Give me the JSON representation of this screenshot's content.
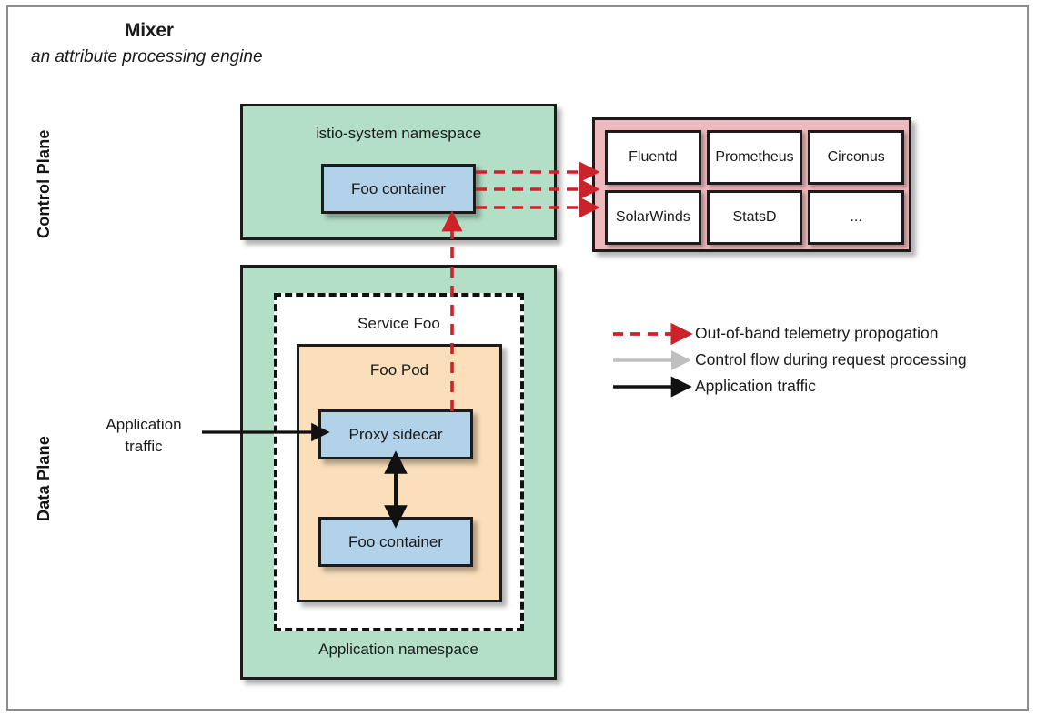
{
  "figure": {
    "title": "Mixer",
    "subtitle": "an attribute processing engine",
    "colors": {
      "namespace_green": "#b3dfc6",
      "container_blue": "#b1d2e8",
      "pod_orange": "#fadfba",
      "backend_pink": "#eeb9bc",
      "telemetry_red": "#cc2229",
      "control_gray": "#bfbfbf",
      "traffic_black": "#111111",
      "frame_gray": "#8d8d8d"
    }
  },
  "planes": {
    "control": "Control Plane",
    "data": "Data Plane"
  },
  "control_plane": {
    "namespace_label": "istio-system namespace",
    "mixer_container_label": "Foo container"
  },
  "backends": {
    "items": [
      "Fluentd",
      "Prometheus",
      "Circonus",
      "SolarWinds",
      "StatsD",
      "..."
    ]
  },
  "data_plane": {
    "namespace_label": "Application namespace",
    "service_label": "Service Foo",
    "pod_label": "Foo Pod",
    "sidecar_label": "Proxy sidecar",
    "container_label": "Foo container",
    "ingress_label_line1": "Application",
    "ingress_label_line2": "traffic"
  },
  "legend": {
    "items": [
      {
        "glyph": "dashed-red-arrow-icon",
        "label": "Out-of-band telemetry propogation"
      },
      {
        "glyph": "solid-gray-arrow-icon",
        "label": "Control flow during request processing"
      },
      {
        "glyph": "solid-black-arrow-icon",
        "label": "Application traffic"
      }
    ]
  }
}
